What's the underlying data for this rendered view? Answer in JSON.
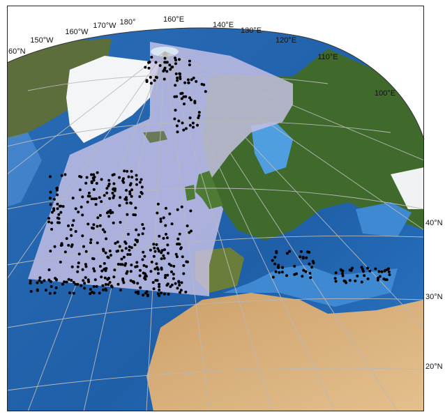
{
  "map": {
    "top_labels": [
      "60°N",
      "150°W",
      "160°W",
      "170°W",
      "180°",
      "160°E",
      "140°E",
      "130°E",
      "120°E",
      "110°E",
      "100°E"
    ],
    "right_labels": [
      "40°N",
      "30°N",
      "20°N"
    ],
    "colors": {
      "ocean_deep": "#1f5fa8",
      "ocean_shelf": "#4f9fe0",
      "land_green": "#3f6a2c",
      "desert": "#d9b07a",
      "ice": "#f4f6f8",
      "study_area": "#c9c2e6",
      "points": "#000000",
      "graticule": "#b9b9b9"
    }
  }
}
